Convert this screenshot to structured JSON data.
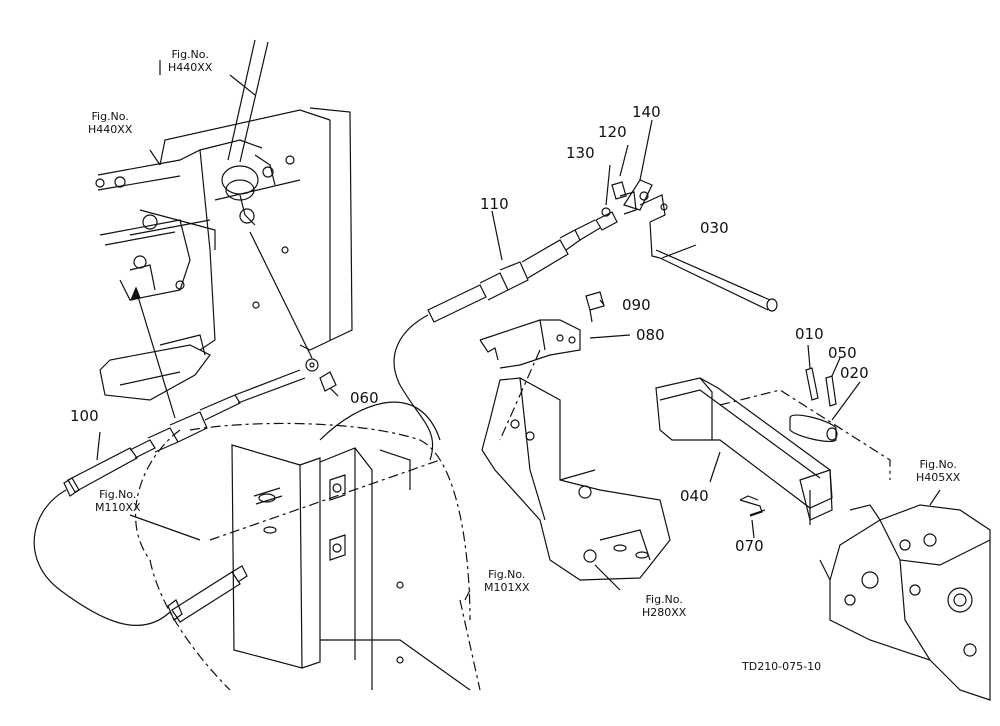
{
  "part_labels": [
    {
      "id": "p010",
      "text": "010"
    },
    {
      "id": "p020",
      "text": "020"
    },
    {
      "id": "p030",
      "text": "030"
    },
    {
      "id": "p040",
      "text": "040"
    },
    {
      "id": "p050",
      "text": "050"
    },
    {
      "id": "p060",
      "text": "060"
    },
    {
      "id": "p070",
      "text": "070"
    },
    {
      "id": "p080",
      "text": "080"
    },
    {
      "id": "p090",
      "text": "090"
    },
    {
      "id": "p100",
      "text": "100"
    },
    {
      "id": "p110",
      "text": "110"
    },
    {
      "id": "p120",
      "text": "120"
    },
    {
      "id": "p130",
      "text": "130"
    },
    {
      "id": "p140",
      "text": "140"
    }
  ],
  "figure_refs": [
    {
      "id": "h440a",
      "line1": "Fig.No.",
      "line2": "H440XX"
    },
    {
      "id": "h440b",
      "line1": "Fig.No.",
      "line2": "H440XX"
    },
    {
      "id": "m110",
      "line1": "Fig.No.",
      "line2": "M110XX"
    },
    {
      "id": "m101",
      "line1": "Fig.No.",
      "line2": "M101XX"
    },
    {
      "id": "h280",
      "line1": "Fig.No.",
      "line2": "H280XX"
    },
    {
      "id": "h405",
      "line1": "Fig.No.",
      "line2": "H405XX"
    }
  ],
  "drawing_code": "TD210-075-10"
}
